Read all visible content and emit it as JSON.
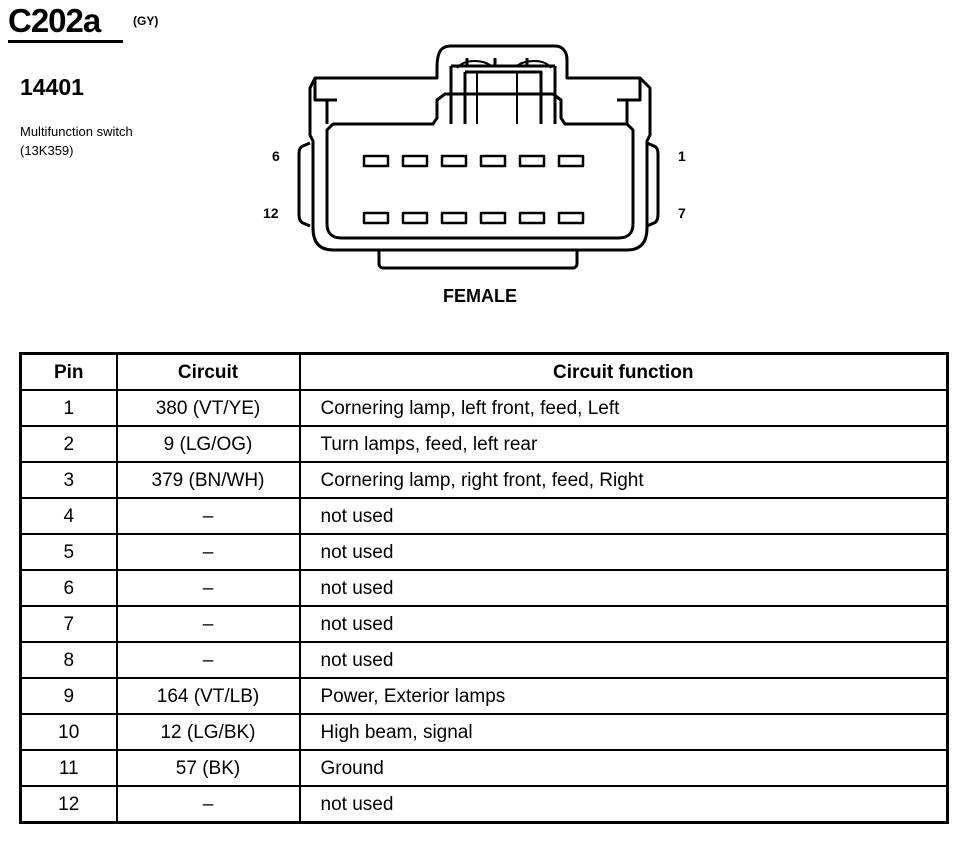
{
  "connector": {
    "id": "C202a",
    "color_code": "(GY)",
    "part_number": "14401",
    "description_line1": "Multifunction switch",
    "description_line2": "(13K359)",
    "gender": "FEMALE",
    "pin_labels": {
      "top_left": "6",
      "top_right": "1",
      "bottom_left": "12",
      "bottom_right": "7"
    }
  },
  "table": {
    "headers": [
      "Pin",
      "Circuit",
      "Circuit function"
    ],
    "rows": [
      {
        "pin": "1",
        "circuit": "380 (VT/YE)",
        "function": "Cornering lamp, left front, feed, Left"
      },
      {
        "pin": "2",
        "circuit": "9 (LG/OG)",
        "function": "Turn lamps, feed, left rear"
      },
      {
        "pin": "3",
        "circuit": "379 (BN/WH)",
        "function": "Cornering lamp, right front, feed, Right"
      },
      {
        "pin": "4",
        "circuit": "–",
        "function": "not used"
      },
      {
        "pin": "5",
        "circuit": "–",
        "function": "not used"
      },
      {
        "pin": "6",
        "circuit": "–",
        "function": "not used"
      },
      {
        "pin": "7",
        "circuit": "–",
        "function": "not used"
      },
      {
        "pin": "8",
        "circuit": "–",
        "function": "not used"
      },
      {
        "pin": "9",
        "circuit": "164 (VT/LB)",
        "function": "Power, Exterior lamps"
      },
      {
        "pin": "10",
        "circuit": "12 (LG/BK)",
        "function": "High beam, signal"
      },
      {
        "pin": "11",
        "circuit": "57 (BK)",
        "function": "Ground"
      },
      {
        "pin": "12",
        "circuit": "–",
        "function": "not used"
      }
    ]
  }
}
